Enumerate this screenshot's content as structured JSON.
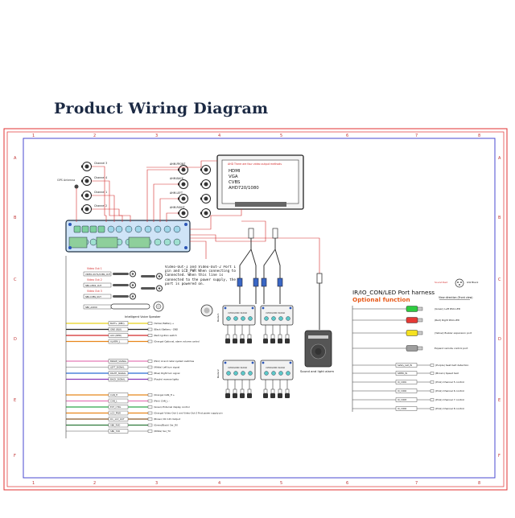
{
  "page": {
    "title": "Product Wiring Diagram"
  },
  "frame": {
    "col_labels": [
      "1",
      "2",
      "3",
      "4",
      "5",
      "6",
      "7",
      "8"
    ],
    "row_labels": [
      "A",
      "B",
      "C",
      "D",
      "E",
      "F"
    ]
  },
  "monitor": {
    "note": "AHD There are four video output methods",
    "modes": [
      "HDMI",
      "VGA",
      "CVBS",
      "AHD720/1080"
    ]
  },
  "inputs": {
    "cameras_left": [
      "Channel 3",
      "Channel 4",
      "Channel 1",
      "Channel 2"
    ],
    "cameras_right": [
      "AHM-FRONT",
      "AHM-BACK",
      "AHM-LEFT",
      "AHM-RIGHT"
    ],
    "gps_label": "GPS Antenna"
  },
  "video_out": {
    "header1": "Video Out 1",
    "label1": "VIDEO-OUT1/CVBS_OUT",
    "header2": "Video Out 2",
    "label2": "SB0-AHD2_OUT",
    "header3": "Video Out 3",
    "label3": "SB0-CVBS_OUT",
    "audio_label": "SB0_AUDIO",
    "note": "Video-Out-1 and Video-Out-2 Port 1 pin and LCD_PWR When connecting to Connected. When this line is connected to the power supply, the port is powered on."
  },
  "speaker": {
    "label": "Intelligent Voice Speaker"
  },
  "power_wires": [
    {
      "tag": "BATT+ (RED)",
      "desc": "(Yellow) Battery +"
    },
    {
      "tag": "GND (BLK)",
      "desc": "(Black) Battery - GND"
    },
    {
      "tag": "ACC (RED)",
      "desc": "(Red) Ignition switch"
    },
    {
      "tag": "ALARM_L",
      "desc": "(Orange) Optional, alarm volume control"
    }
  ],
  "signal_wires": [
    {
      "tag": "BRAKE_SIGNAL",
      "desc": "(Pink) AI and radar system switches"
    },
    {
      "tag": "LEFT_SIGNAL",
      "desc": "(White) Left turn signal"
    },
    {
      "tag": "RIGHT_SIGNAL",
      "desc": "(Blue) Right turn signal"
    },
    {
      "tag": "BACK_SIGNAL",
      "desc": "(Purple) reverse lights"
    }
  ],
  "can_wires": [
    {
      "tag": "CAN_H",
      "desc": "(Orange) CAN_H +"
    },
    {
      "tag": "CAN_L",
      "desc": "(Pink) CAN_L -"
    },
    {
      "tag": "EXT_CTRL",
      "desc": "(Green) External display control"
    },
    {
      "tag": "LCD_PWR",
      "desc": "(Orange) Video-Out-1 and Video-Out-2 First power supply pin"
    },
    {
      "tag": "DC_12V_OUT",
      "desc": "(Brown) DC 12V Output"
    },
    {
      "tag": "SB0_RXD",
      "desc": "(Green/Black) Ser_RX"
    },
    {
      "tag": "SB0_TXD",
      "desc": "(White) Ser_TX"
    }
  ],
  "radar": {
    "side_labels": [
      "Radar1",
      "Radar2"
    ],
    "box_label": "ULTRASONIC RADAR"
  },
  "alarm": {
    "label": "Sound and light alarm"
  },
  "harness": {
    "title": "IR/IO_CON/LED Port harness",
    "subtitle": "Optional function",
    "legend_left": "Sound Red",
    "legend_right": "GW Black",
    "legend_note": "View direction (Front view)",
    "leds": [
      {
        "desc": "(Green) Left RSU-LED",
        "color": "#2ecc40"
      },
      {
        "desc": "(Red) Right RSU-LED",
        "color": "#e53935"
      },
      {
        "desc": "(Yellow) Buzzer expansion port",
        "color": "#f5e120"
      },
      {
        "desc": "Expand remote control port",
        "color": "#9e9e9e"
      }
    ],
    "io": [
      {
        "tag": "Safety_belt_IN",
        "desc": "(Purple) Seat belt detection"
      },
      {
        "tag": "SPEED_IN",
        "desc": "(Brown) Speed test"
      },
      {
        "tag": "IO_CON1",
        "desc": "(Pink) Channel 5 control"
      },
      {
        "tag": "IO_CON2",
        "desc": "(Pink) Channel 6 control"
      },
      {
        "tag": "IO_CON3",
        "desc": "(Pink) Channel 7 control"
      },
      {
        "tag": "IO_CON4",
        "desc": "(Pink) Channel 8 control"
      }
    ]
  },
  "colors": {
    "frame_outer": "#e03030",
    "frame_inner": "#4a4ad0",
    "wire": "#d42a2a",
    "accent": "#e85a1a",
    "title": "#1c2a44"
  }
}
